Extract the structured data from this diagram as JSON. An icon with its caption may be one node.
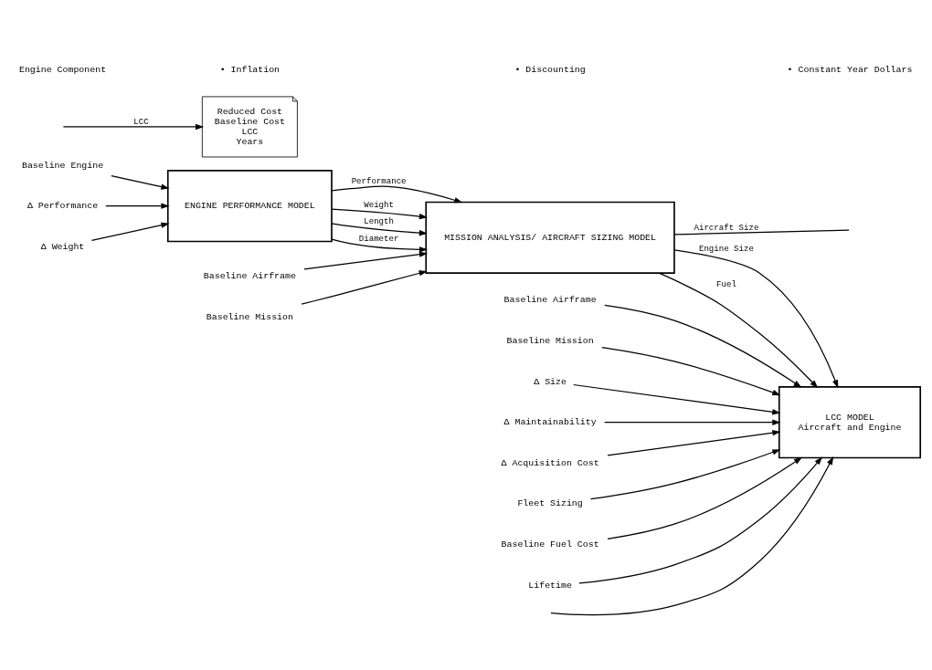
{
  "diagram": {
    "nodes": [
      {
        "text": [
          "Baseline Engine"
        ]
      },
      {
        "text": [
          "ENGINE PERFORMANCE MODEL"
        ]
      },
      {
        "text": [
          "Baseline Airframe"
        ]
      },
      {
        "text": [
          "Baseline Mission"
        ]
      },
      {
        "text": [
          "MISSION ANALYSIS/ AIRCRAFT SIZING MODEL"
        ]
      },
      {
        "text": [
          "Baseline Airframe"
        ]
      },
      {
        "text": [
          "Baseline Mission"
        ]
      },
      {
        "text": [
          "LCC MODEL",
          "Aircraft and Engine"
        ]
      },
      {
        "text": [
          "Δ Performance"
        ]
      },
      {
        "text": [
          "Δ Weight"
        ]
      },
      {
        "text": [
          "Δ Size"
        ]
      },
      {
        "text": [
          "Δ Maintainability"
        ]
      },
      {
        "text": [
          "Δ Acquisition Cost"
        ]
      },
      {
        "text": [
          "Fleet Sizing"
        ]
      },
      {
        "text": [
          "Baseline Fuel Cost"
        ]
      },
      {
        "text": [
          "Lifetime"
        ]
      },
      {
        "text": [
          "Reduced Cost",
          "Baseline Cost",
          "LCC",
          "Years"
        ]
      }
    ],
    "edges": [
      {
        "from": 0,
        "to": 1,
        "arrow": "to"
      },
      {
        "from": 1,
        "to": 4,
        "arrow": "to",
        "label": "Performance"
      },
      {
        "from": 1,
        "to": 4,
        "arrow": "to",
        "label": "Weight"
      },
      {
        "from": 1,
        "to": 4,
        "arrow": "to",
        "label": "Length"
      },
      {
        "from": 1,
        "to": 4,
        "arrow": "to",
        "label": "Diameter"
      },
      {
        "from": 2,
        "to": 4,
        "arrow": "to"
      },
      {
        "from": 3,
        "to": 4,
        "arrow": "to"
      },
      {
        "from": 4,
        "to": null,
        "arrow": "none",
        "label": "Aircraft Size"
      },
      {
        "from": 4,
        "to": 7,
        "arrow": "to",
        "label": "Engine Size"
      },
      {
        "from": 4,
        "to": 7,
        "arrow": "to",
        "label": "Fuel"
      },
      {
        "from": 5,
        "to": 7,
        "arrow": "to"
      },
      {
        "from": 6,
        "to": 7,
        "arrow": "to"
      },
      {
        "from": 8,
        "to": 1,
        "arrow": "to"
      },
      {
        "from": 9,
        "to": 1,
        "arrow": "to"
      },
      {
        "from": 10,
        "to": 7,
        "arrow": "to"
      },
      {
        "from": 11,
        "to": 7,
        "arrow": "to"
      },
      {
        "from": 12,
        "to": 7,
        "arrow": "to"
      },
      {
        "from": null,
        "to": 7,
        "arrow": "to"
      },
      {
        "from": 13,
        "to": 7,
        "arrow": "to"
      },
      {
        "from": 14,
        "to": 7,
        "arrow": "to"
      },
      {
        "from": 15,
        "to": 7,
        "arrow": "to"
      },
      {
        "from": null,
        "to": 16,
        "arrow": "to",
        "label": "LCC"
      }
    ],
    "labels": [
      "Engine Component",
      "• Inflation",
      "• Discounting",
      "• Constant Year Dollars"
    ]
  }
}
